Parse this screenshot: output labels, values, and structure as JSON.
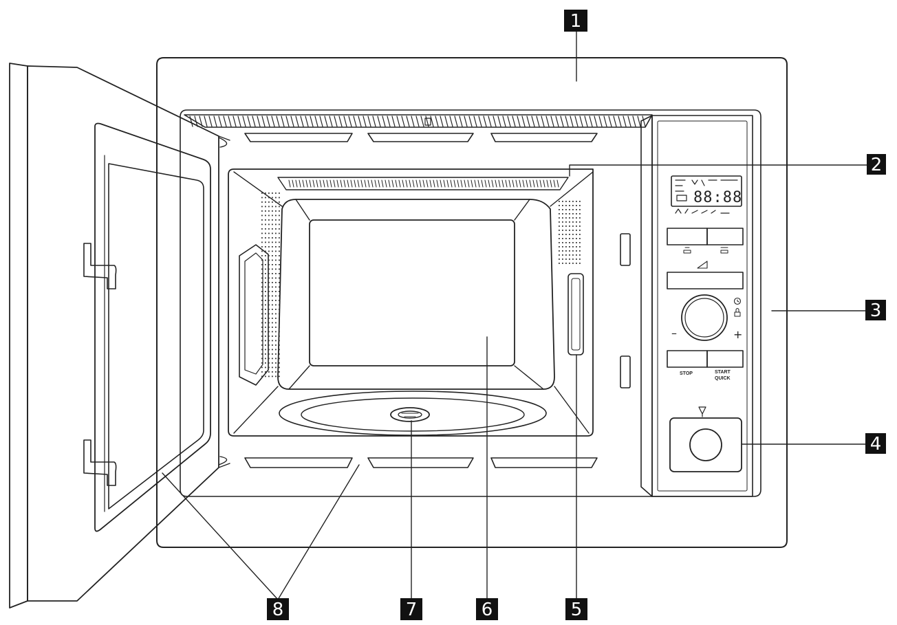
{
  "callouts": {
    "c1": "1",
    "c2": "2",
    "c3": "3",
    "c4": "4",
    "c5": "5",
    "c6": "6",
    "c7": "7",
    "c8": "8"
  },
  "panel": {
    "display_digits": "88:88",
    "stop_label": "STOP",
    "start_label": "START",
    "quick_label": "QUICK",
    "minus": "–",
    "plus": "+"
  },
  "colors": {
    "line": "#222222",
    "label_bg": "#111111",
    "label_text": "#ffffff",
    "background": "#ffffff"
  }
}
